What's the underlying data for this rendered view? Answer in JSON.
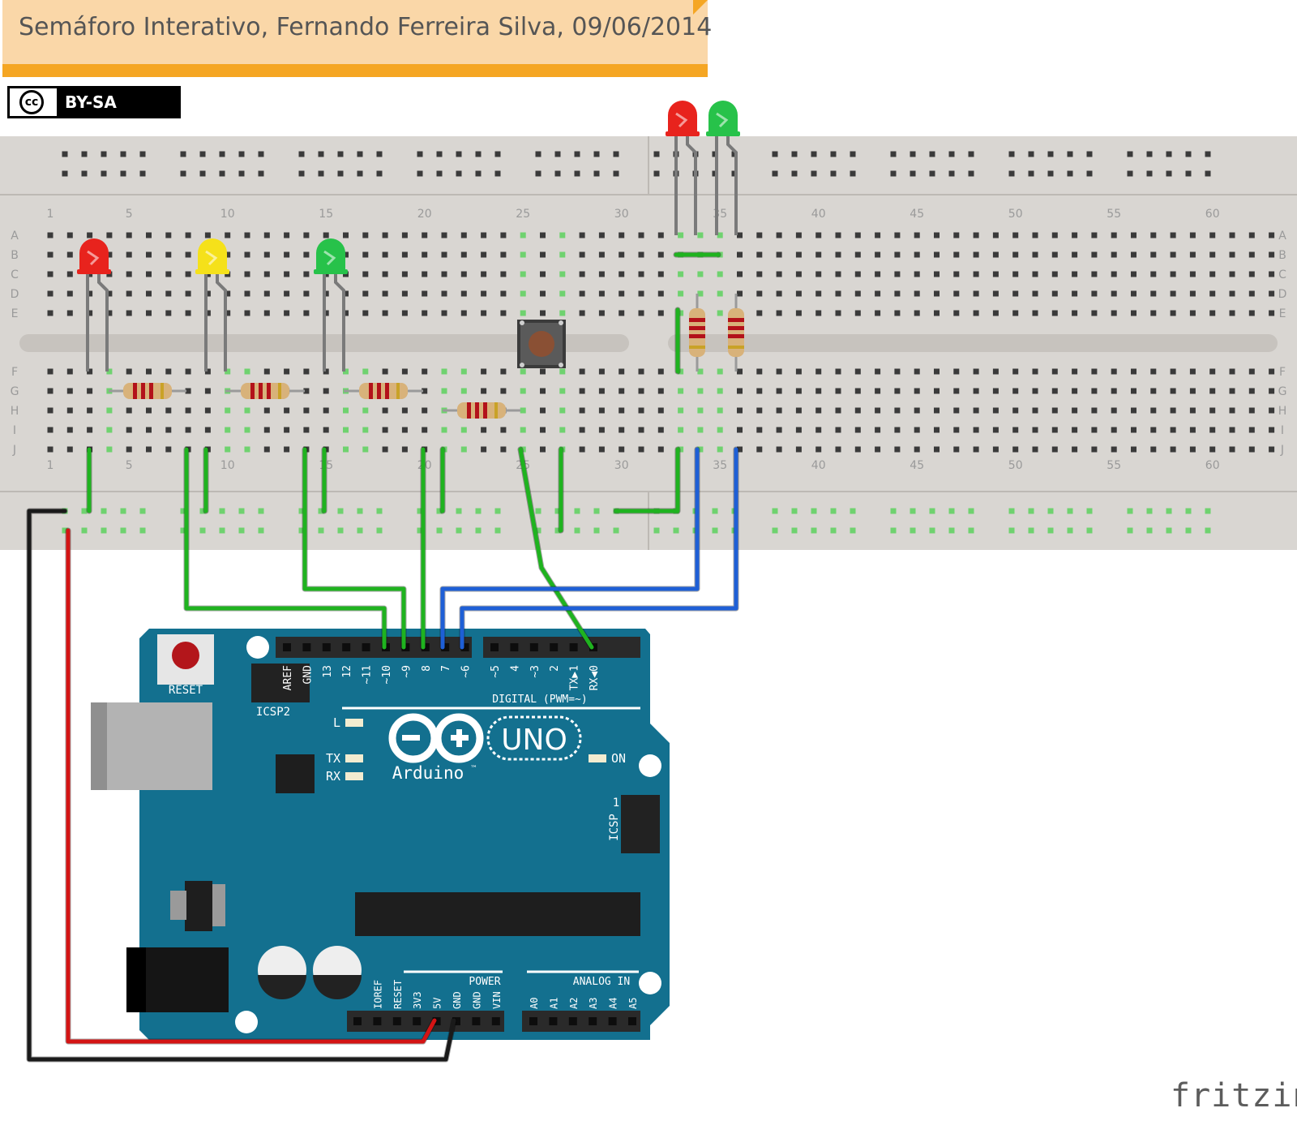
{
  "note": {
    "title": "Semáforo Interativo, Fernando Ferreira Silva, 09/06/2014"
  },
  "license": {
    "cc": "cc",
    "label": "BY-SA"
  },
  "breadboard": {
    "column_labels": [
      "1",
      "5",
      "10",
      "15",
      "20",
      "25",
      "30",
      "35",
      "40",
      "45",
      "50",
      "55",
      "60"
    ],
    "row_labels": [
      "A",
      "B",
      "C",
      "D",
      "E",
      "F",
      "G",
      "H",
      "I",
      "J"
    ]
  },
  "arduino": {
    "model": "UNO",
    "brand": "Arduino",
    "trademark": "™",
    "reset_label": "RESET",
    "icsp2_label": "ICSP2",
    "icsp_label": "ICSP",
    "icsp_pin1": "1",
    "digital_label": "DIGITAL (PWM=~)",
    "power_label": "POWER",
    "analog_label": "ANALOG IN",
    "led_l": "L",
    "led_tx": "TX",
    "led_rx": "RX",
    "led_on": "ON",
    "digital_pins": [
      "AREF",
      "GND",
      "13",
      "12",
      "~11",
      "~10",
      "~9",
      "8",
      "7",
      "~6",
      "~5",
      "4",
      "~3",
      "2",
      "TX▶1",
      "RX◀0"
    ],
    "power_pins": [
      "IOREF",
      "RESET",
      "3V3",
      "5V",
      "GND",
      "GND",
      "VIN"
    ],
    "analog_pins": [
      "A0",
      "A1",
      "A2",
      "A3",
      "A4",
      "A5"
    ]
  },
  "colors": {
    "note_bg": "#fad7a8",
    "note_bar": "#f5a623",
    "breadboard": "#d9d6d2",
    "board": "#13708f",
    "wire_green": "#1fb31f",
    "wire_blue": "#1e5fd6",
    "wire_red": "#d41414",
    "wire_black": "#1a1a1a",
    "led_red": "#e8231d",
    "led_yellow": "#f5e11a",
    "led_green": "#27c24a"
  },
  "watermark": "fritzing"
}
